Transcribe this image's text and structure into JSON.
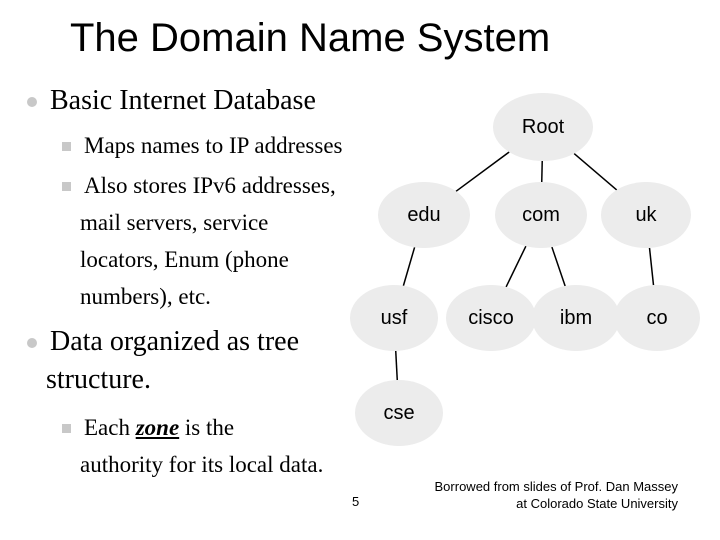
{
  "slide": {
    "title": "The Domain Name System",
    "bullets": [
      {
        "text": "Basic Internet Database",
        "subitems": [
          {
            "lines": [
              "Maps names to IP addresses"
            ]
          },
          {
            "lines": [
              "Also stores IPv6 addresses,",
              "mail servers, service",
              "locators, Enum (phone",
              "numbers), etc."
            ]
          }
        ]
      },
      {
        "lines": [
          "Data organized as tree",
          "structure."
        ],
        "subitems": [
          {
            "zone_word": "zone",
            "before": "Each ",
            "after": " is the",
            "line2": "authority for its local data."
          }
        ]
      }
    ],
    "page_number": "5",
    "credit_lines": [
      "Borrowed from slides of Prof. Dan Massey",
      "at Colorado State University"
    ]
  },
  "tree": {
    "nodes": {
      "root": "Root",
      "edu": "edu",
      "com": "com",
      "uk": "uk",
      "usf": "usf",
      "cisco": "cisco",
      "ibm": "ibm",
      "co": "co",
      "cse": "cse"
    },
    "edges": [
      [
        "root",
        "edu"
      ],
      [
        "root",
        "com"
      ],
      [
        "root",
        "uk"
      ],
      [
        "edu",
        "usf"
      ],
      [
        "com",
        "cisco"
      ],
      [
        "com",
        "ibm"
      ],
      [
        "uk",
        "co"
      ],
      [
        "usf",
        "cse"
      ]
    ]
  }
}
